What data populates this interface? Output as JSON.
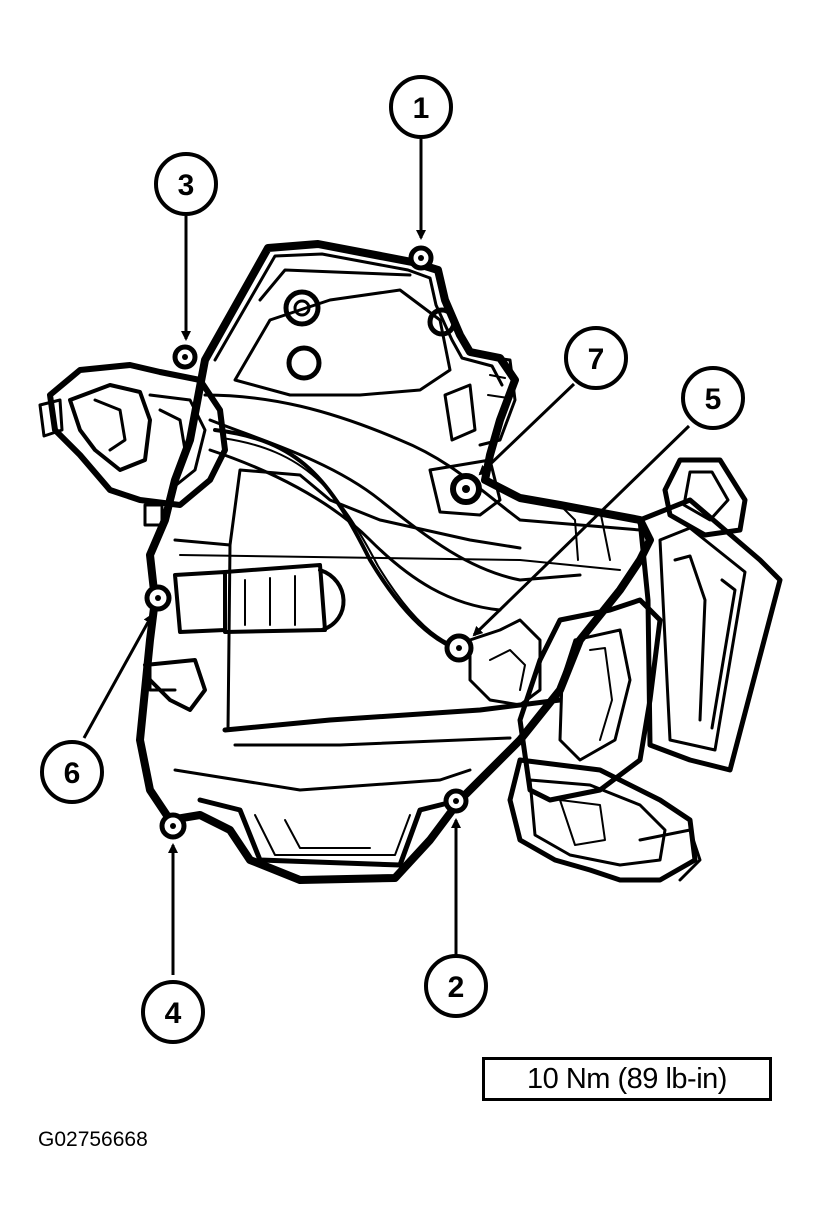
{
  "callouts": [
    {
      "label": "1"
    },
    {
      "label": "2"
    },
    {
      "label": "3"
    },
    {
      "label": "4"
    },
    {
      "label": "5"
    },
    {
      "label": "6"
    },
    {
      "label": "7"
    }
  ],
  "torque_spec": "10 Nm (89 lb-in)",
  "figure_id": "G02756668",
  "colors": {
    "ink": "#000000",
    "paper": "#ffffff",
    "shade": "#6b6b6b"
  }
}
